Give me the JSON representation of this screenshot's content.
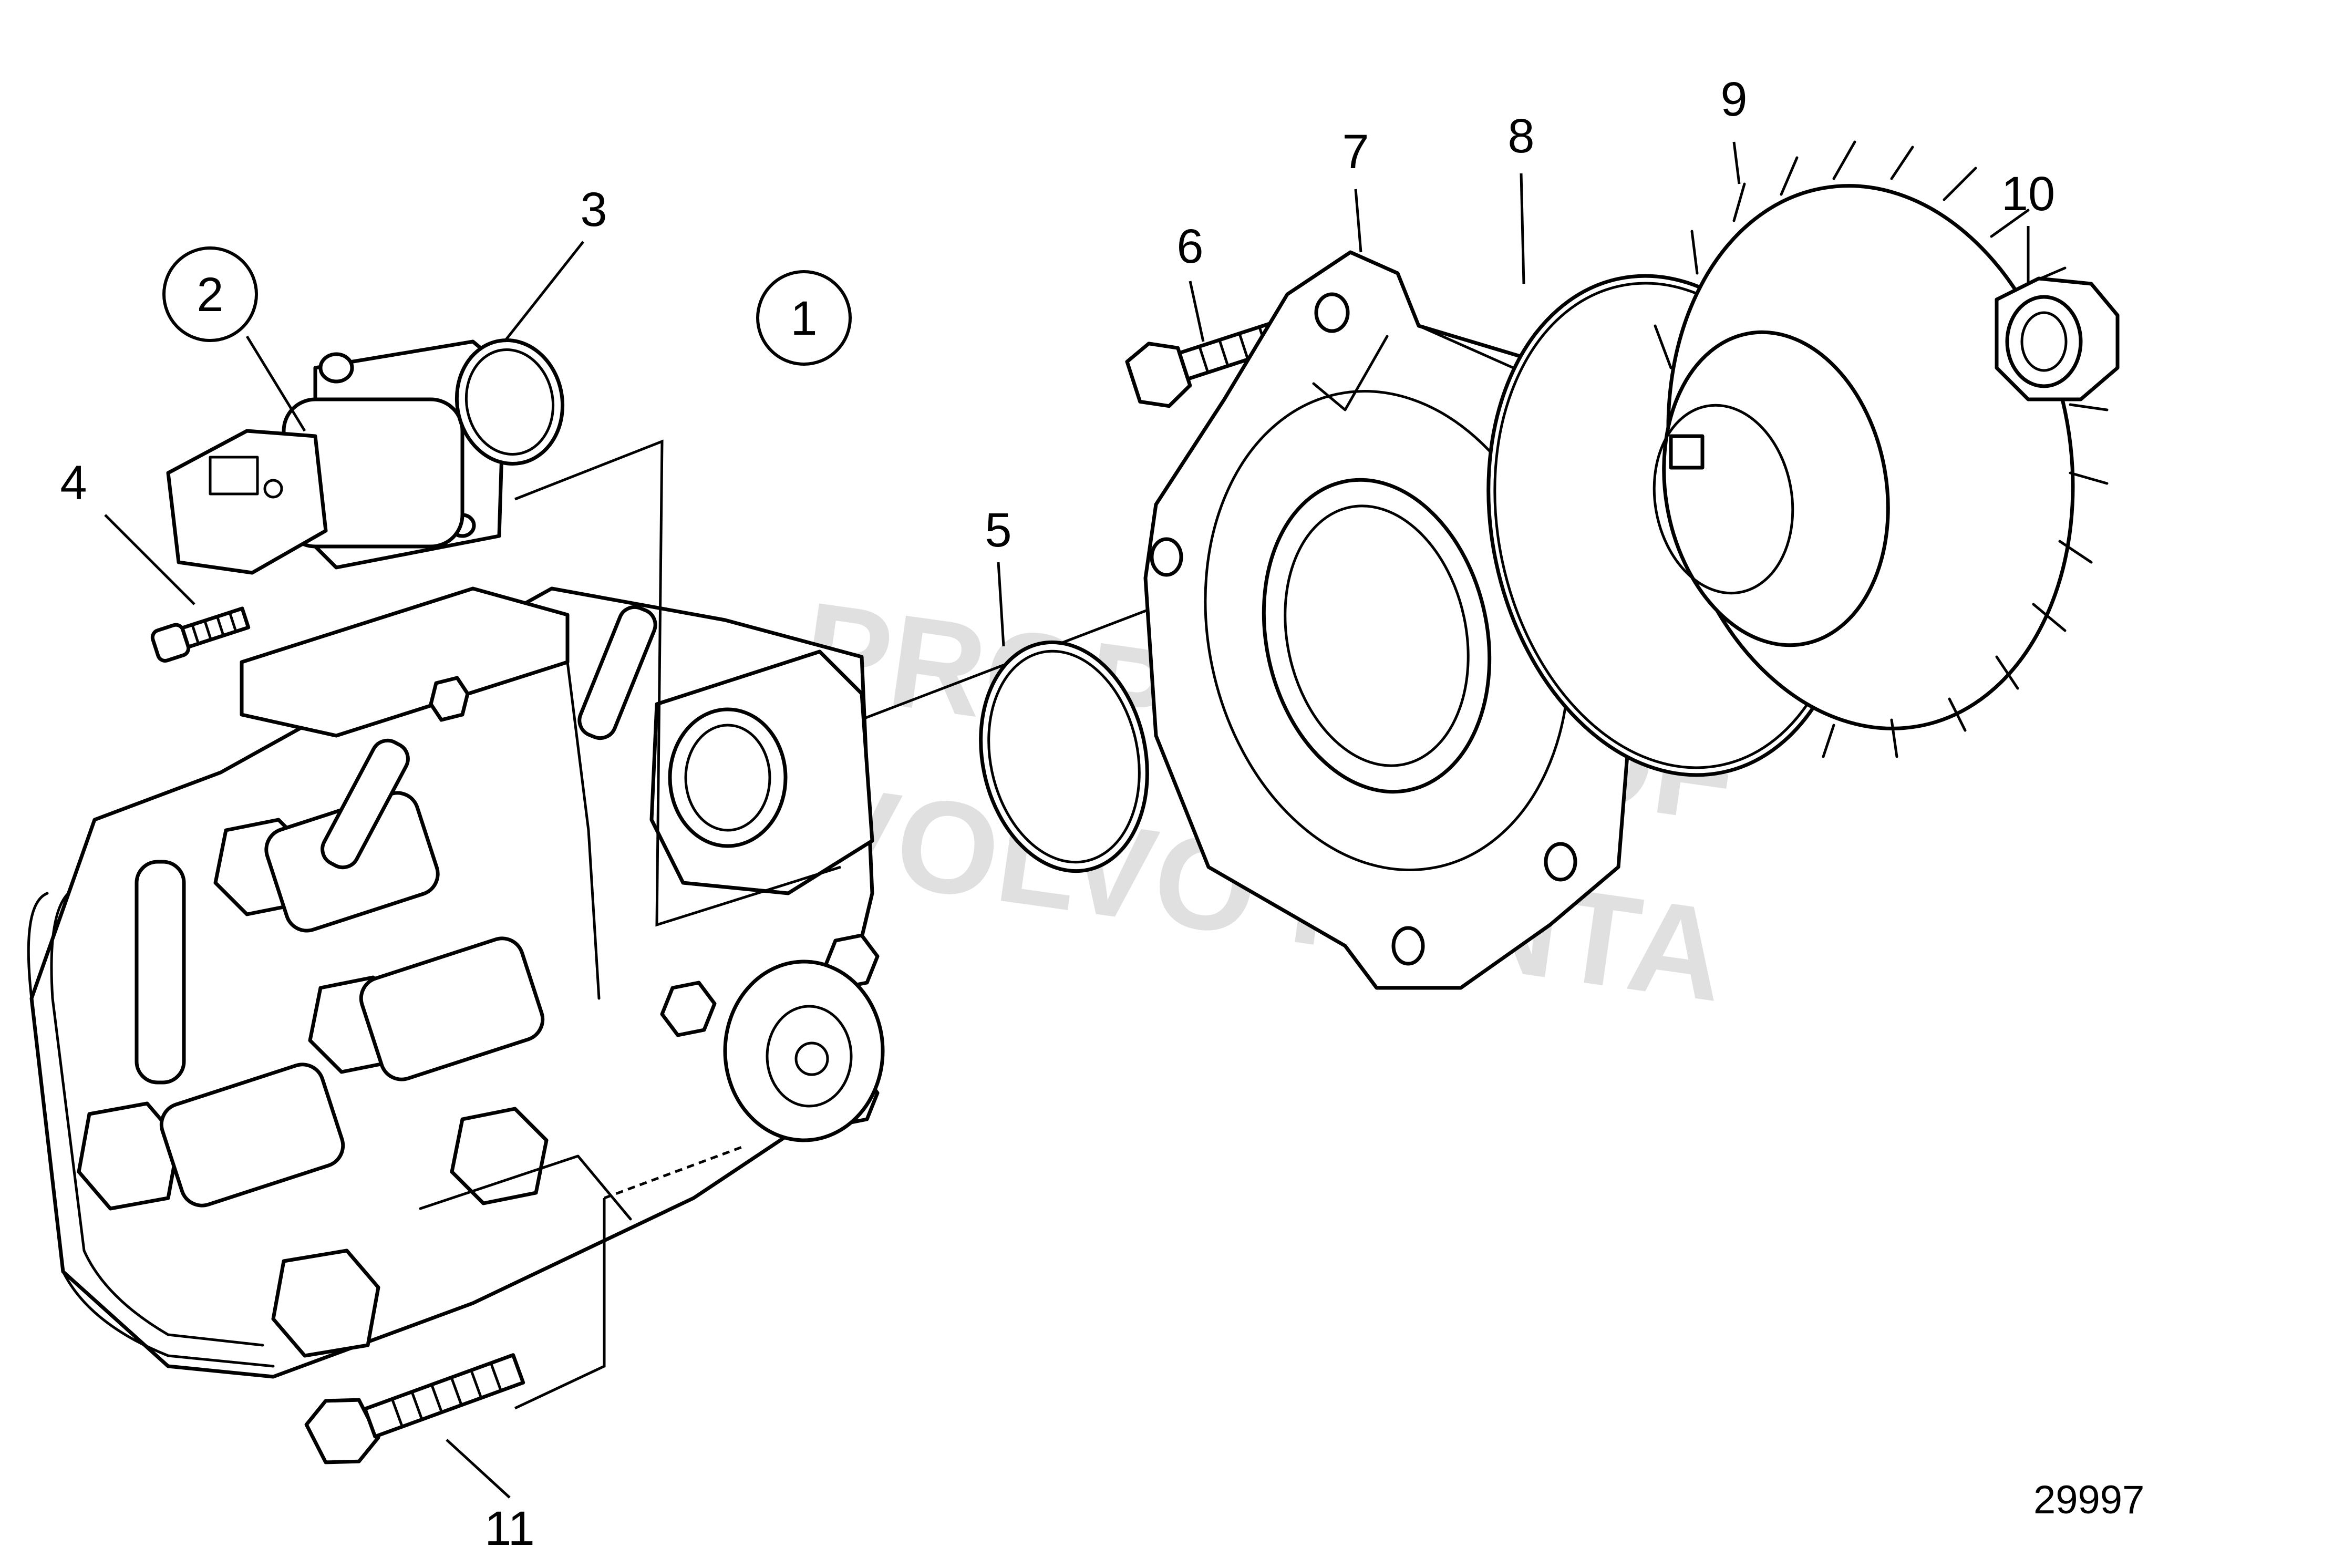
{
  "callouts": [
    {
      "id": "1",
      "label": "1",
      "circled": true
    },
    {
      "id": "2",
      "label": "2",
      "circled": true
    },
    {
      "id": "3",
      "label": "3",
      "circled": false
    },
    {
      "id": "4",
      "label": "4",
      "circled": false
    },
    {
      "id": "5",
      "label": "5",
      "circled": false
    },
    {
      "id": "6",
      "label": "6",
      "circled": false
    },
    {
      "id": "7",
      "label": "7",
      "circled": false
    },
    {
      "id": "8",
      "label": "8",
      "circled": false
    },
    {
      "id": "9",
      "label": "9",
      "circled": false
    },
    {
      "id": "10",
      "label": "10",
      "circled": false
    },
    {
      "id": "11",
      "label": "11",
      "circled": false
    }
  ],
  "watermark": {
    "line1": "PROPERTY OF",
    "line2": "VOLVO PENTA"
  },
  "drawing_number": "29997",
  "colors": {
    "line": "#000000",
    "background": "#ffffff",
    "watermark": "#c8c8c8"
  }
}
